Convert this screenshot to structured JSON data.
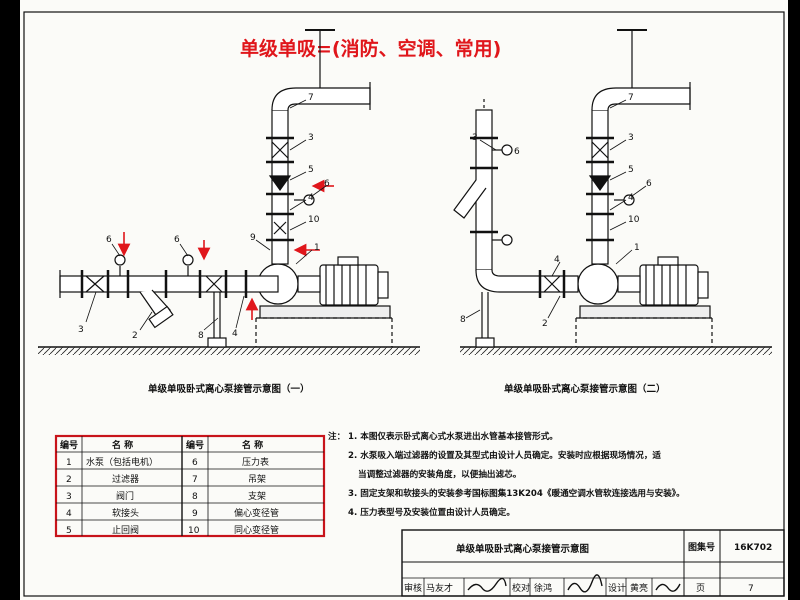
{
  "title": "单级单吸=(消防、空调、常用)",
  "diagram_left": {
    "caption": "单级单吸卧式离心泵接管示意图（一）",
    "labels": [
      "7",
      "3",
      "5",
      "6",
      "4",
      "10",
      "9",
      "1",
      "6",
      "6",
      "3",
      "2",
      "8",
      "4"
    ]
  },
  "diagram_right": {
    "caption": "单级单吸卧式离心泵接管示意图（二）",
    "labels": [
      "7",
      "3",
      "6",
      "3",
      "5",
      "6",
      "4",
      "10",
      "1",
      "4",
      "8",
      "2"
    ]
  },
  "legend": {
    "headers": [
      "编号",
      "名  称",
      "编号",
      "名  称"
    ],
    "rows": [
      [
        "1",
        "水泵（包括电机）",
        "6",
        "压力表"
      ],
      [
        "2",
        "过滤器",
        "7",
        "吊架"
      ],
      [
        "3",
        "阀门",
        "8",
        "支架"
      ],
      [
        "4",
        "软接头",
        "9",
        "偏心变径管"
      ],
      [
        "5",
        "止回阀",
        "10",
        "同心变径管"
      ]
    ]
  },
  "notes": {
    "prefix": "注：",
    "items": [
      "1. 本图仅表示卧式离心式水泵进出水管基本接管形式。",
      "2. 水泵吸入端过滤器的设置及其型式由设计人员确定。安装时应根据现场情况，适",
      "当调整过滤器的安装角度，以便抽出滤芯。",
      "3. 固定支架和软接头的安装参考国标图集13K204《暖通空调水管软连接选用与安装》。",
      "4. 压力表型号及安装位置由设计人员确定。"
    ]
  },
  "title_block": {
    "drawing_title": "单级单吸卧式离心泵接管示意图",
    "atlas_label": "图集号",
    "atlas_no": "16K702",
    "review_label": "审核",
    "review_name": "马友才",
    "check_label": "校对",
    "check_name": "徐鸿",
    "design_label": "设计",
    "design_name": "黄亮",
    "page_label": "页",
    "page_no": "7"
  },
  "colors": {
    "title": "#e0161b",
    "annotation": "#e0161b",
    "line": "#111111",
    "table_frame": "#c8141b"
  }
}
